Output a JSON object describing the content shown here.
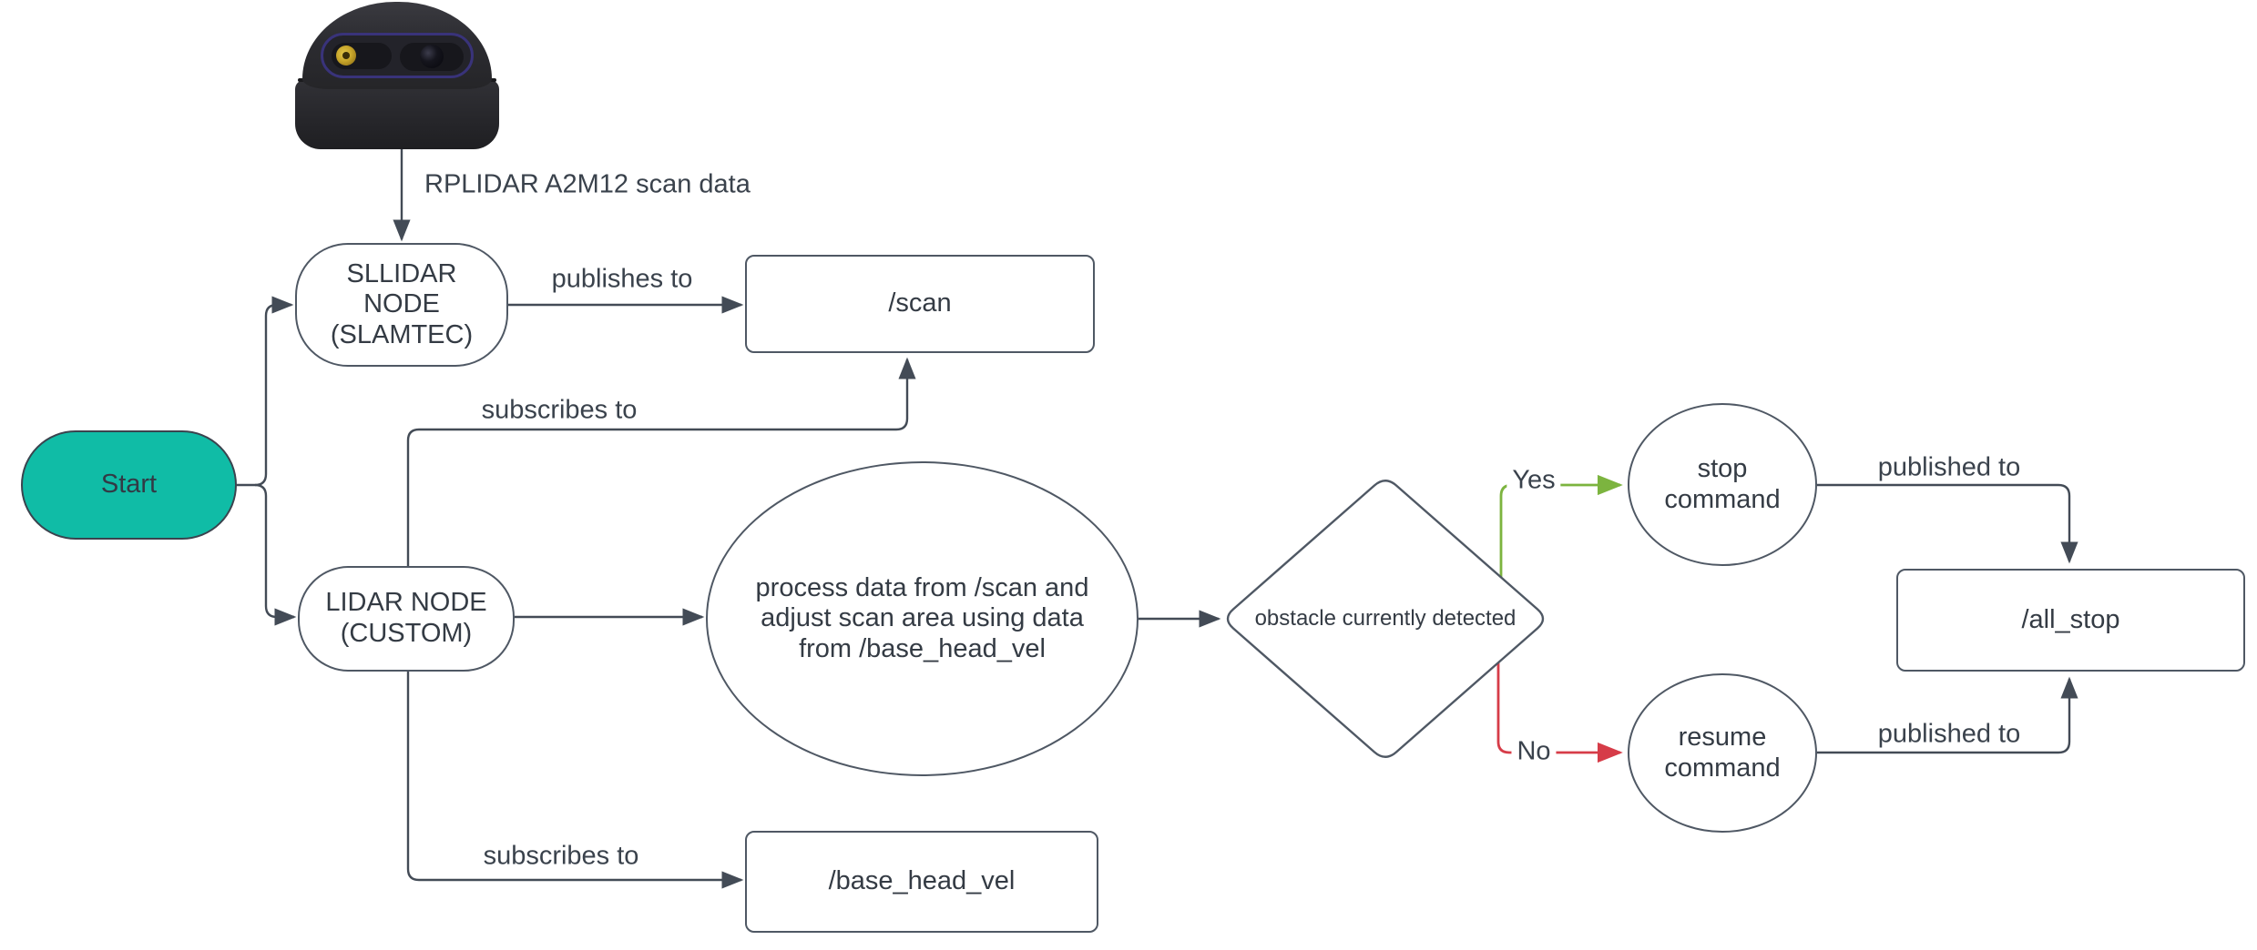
{
  "colors": {
    "background": "#FFFFFF",
    "connector_stroke": "#434B56",
    "node_border": "#4F5864",
    "text": "#343B44",
    "start_fill": "#10BCA6",
    "yes_green": "#7CB43F",
    "no_red": "#D63C48"
  },
  "nodes": {
    "start": {
      "label": "Start"
    },
    "sllidar_node": {
      "label": "SLLIDAR\nNODE\n(SLAMTEC)"
    },
    "scan_topic": {
      "label": "/scan"
    },
    "lidar_node": {
      "label": "LIDAR NODE\n(CUSTOM)"
    },
    "process": {
      "label": "process data from /scan and\nadjust scan area using data\nfrom /base_head_vel"
    },
    "decision": {
      "label": "obstacle currently detected"
    },
    "stop_command": {
      "label": "stop\ncommand"
    },
    "resume_command": {
      "label": "resume\ncommand"
    },
    "all_stop_topic": {
      "label": "/all_stop"
    },
    "base_head_vel_topic": {
      "label": "/base_head_vel"
    }
  },
  "edge_labels": {
    "sensor_data": "RPLIDAR A2M12 scan data",
    "publishes_to": "publishes to",
    "subscribes_to_scan": "subscribes to",
    "subscribes_to_base": "subscribes to",
    "yes": "Yes",
    "no": "No",
    "published_to_stop": "published to",
    "published_to_resume": "published to"
  }
}
